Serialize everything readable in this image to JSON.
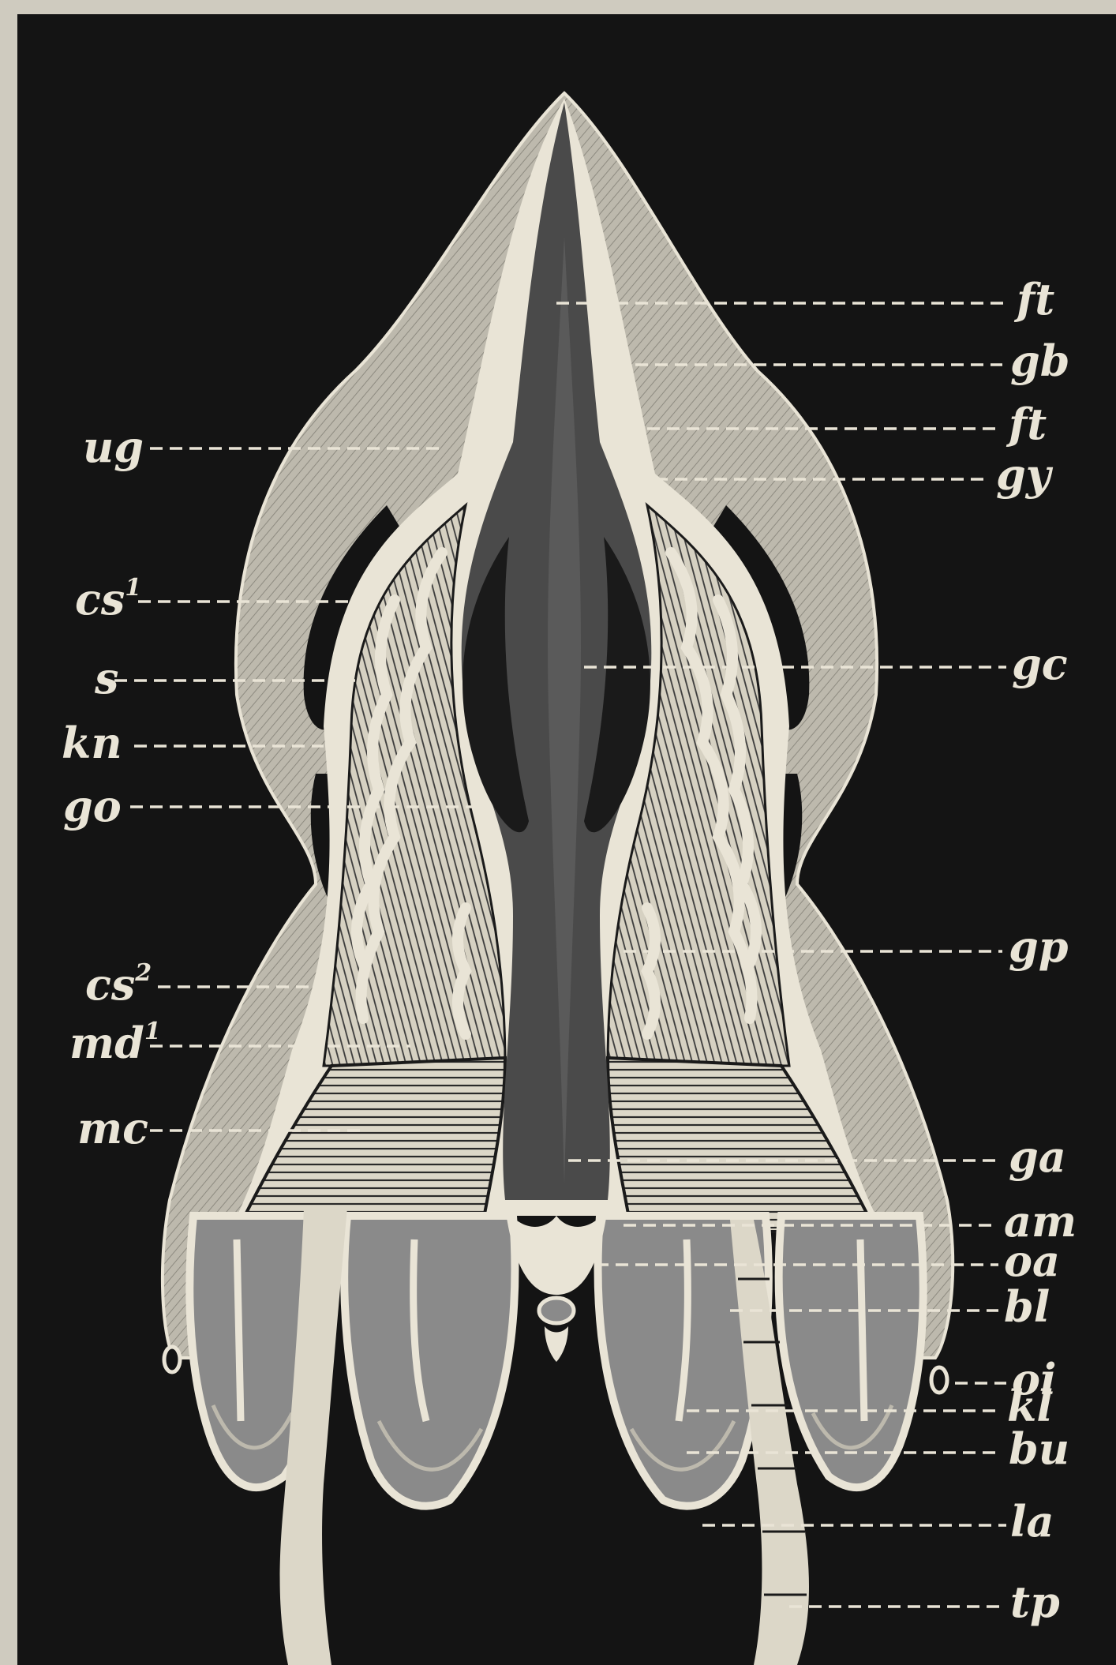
{
  "figure": {
    "colors": {
      "page": "#cfcbbf",
      "background": "#141414",
      "outer_mantle": "#bdb9ad",
      "membrane": "#e9e4d6",
      "cavity": "#2b2b2b",
      "central_column": "#4a4a4a",
      "lobes": "#8a8a8a",
      "label": "#e9e4d6"
    },
    "labels_left": [
      {
        "text": "ug"
      },
      {
        "text": "cs",
        "sup": "1"
      },
      {
        "text": "s"
      },
      {
        "text": "kn"
      },
      {
        "text": "go"
      },
      {
        "text": "cs",
        "sup": "2"
      },
      {
        "text": "md",
        "sup": "1"
      },
      {
        "text": "mc"
      }
    ],
    "labels_right": [
      {
        "text": "ft"
      },
      {
        "text": "gb"
      },
      {
        "text": "ft"
      },
      {
        "text": "gy"
      },
      {
        "text": "gc"
      },
      {
        "text": "gp"
      },
      {
        "text": "ga"
      },
      {
        "text": "am"
      },
      {
        "text": "oa"
      },
      {
        "text": "bl"
      },
      {
        "text": "oi"
      },
      {
        "text": "kl"
      },
      {
        "text": "bu"
      },
      {
        "text": "la"
      },
      {
        "text": "tp"
      }
    ]
  }
}
